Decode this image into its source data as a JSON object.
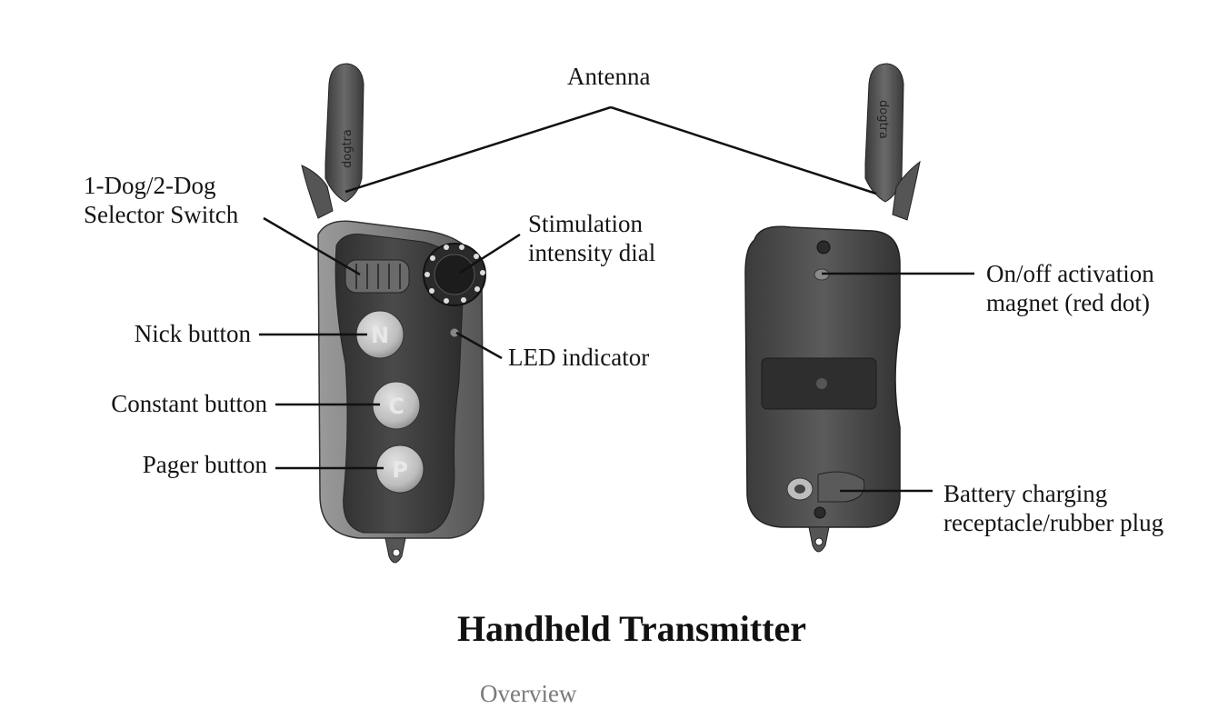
{
  "figure": {
    "title": "Handheld Transmitter",
    "caption": "Overview"
  },
  "front": {
    "labels": {
      "selector": [
        "1-Dog/2-Dog",
        "Selector Switch"
      ],
      "dial": [
        "Stimulation",
        "intensity dial"
      ],
      "nick": "Nick button",
      "led": "LED indicator",
      "constant": "Constant button",
      "pager": "Pager button"
    },
    "buttons": {
      "nick": "N",
      "constant": "C",
      "pager": "P"
    },
    "antenna_text": "dogtra"
  },
  "back": {
    "labels": {
      "magnet": [
        "On/off activation",
        "magnet (red dot)"
      ],
      "battery": [
        "Battery charging",
        "receptacle/rubber plug"
      ]
    },
    "antenna_text": "dogtra"
  },
  "antenna_label": "Antenna",
  "colors": {
    "body_dark": "#3d3d3d",
    "body_mid": "#5a5a5a",
    "body_light": "#8a8a8a",
    "button": "#c9c9c9",
    "line": "#111111"
  }
}
